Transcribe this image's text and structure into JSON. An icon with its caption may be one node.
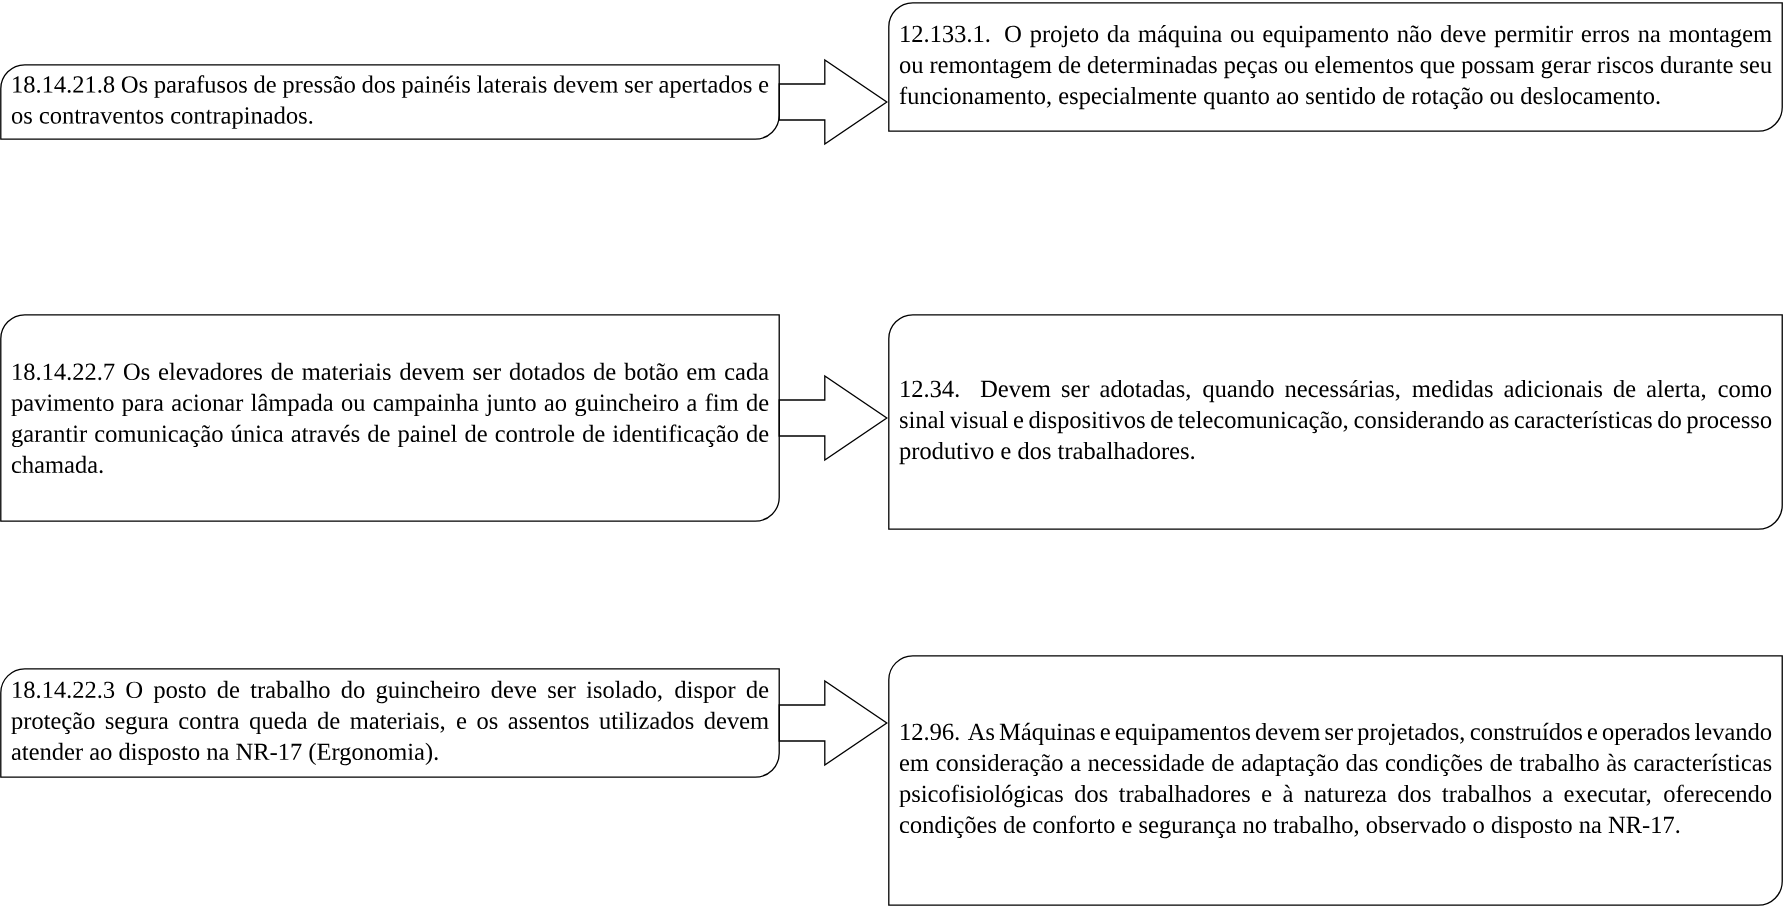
{
  "diagram": {
    "nodes": [
      {
        "text": [
          "18.14.21.8 Os parafusos de pressão dos painéis laterais devem ser apertados e os contraventos contrapinados."
        ]
      },
      {
        "text": [
          "12.133.1. O projeto da máquina ou equipamento não deve permitir erros na montagem ou remontagem de determinadas peças ou elementos que possam gerar riscos durante seu funcionamento, especialmente quanto ao sentido de rotação ou deslocamento."
        ]
      },
      {
        "text": [
          "18.14.22.7 Os elevadores de materiais devem ser dotados de botão em cada pavimento para acionar lâmpada ou campainha junto ao guincheiro a fim de garantir comunicação única através de painel de controle de identificação de chamada."
        ]
      },
      {
        "text": [
          "12.34. Devem ser adotadas, quando necessárias, medidas adicionais de alerta, como sinal visual e dispositivos de telecomunicação, considerando as características do processo produtivo e dos trabalhadores."
        ]
      },
      {
        "text": [
          "18.14.22.3 O posto de trabalho do guincheiro deve ser isolado, dispor de proteção segura contra queda de materiais, e os assentos utilizados devem atender ao disposto na NR-17 (Ergonomia)."
        ]
      },
      {
        "text": [
          "12.96. As Máquinas e equipamentos devem ser projetados, construídos e operados levando em consideração a necessidade de adaptação das condições de trabalho às características psicofisiológicas dos trabalhadores e à natureza dos trabalhos a executar, oferecendo condições de conforto e segurança no trabalho, observado o disposto na NR-17."
        ]
      }
    ],
    "edges": [
      {
        "from": 0,
        "to": 1,
        "arrow": "to"
      },
      {
        "from": 2,
        "to": 3,
        "arrow": "to"
      },
      {
        "from": 4,
        "to": 5,
        "arrow": "to"
      }
    ]
  }
}
